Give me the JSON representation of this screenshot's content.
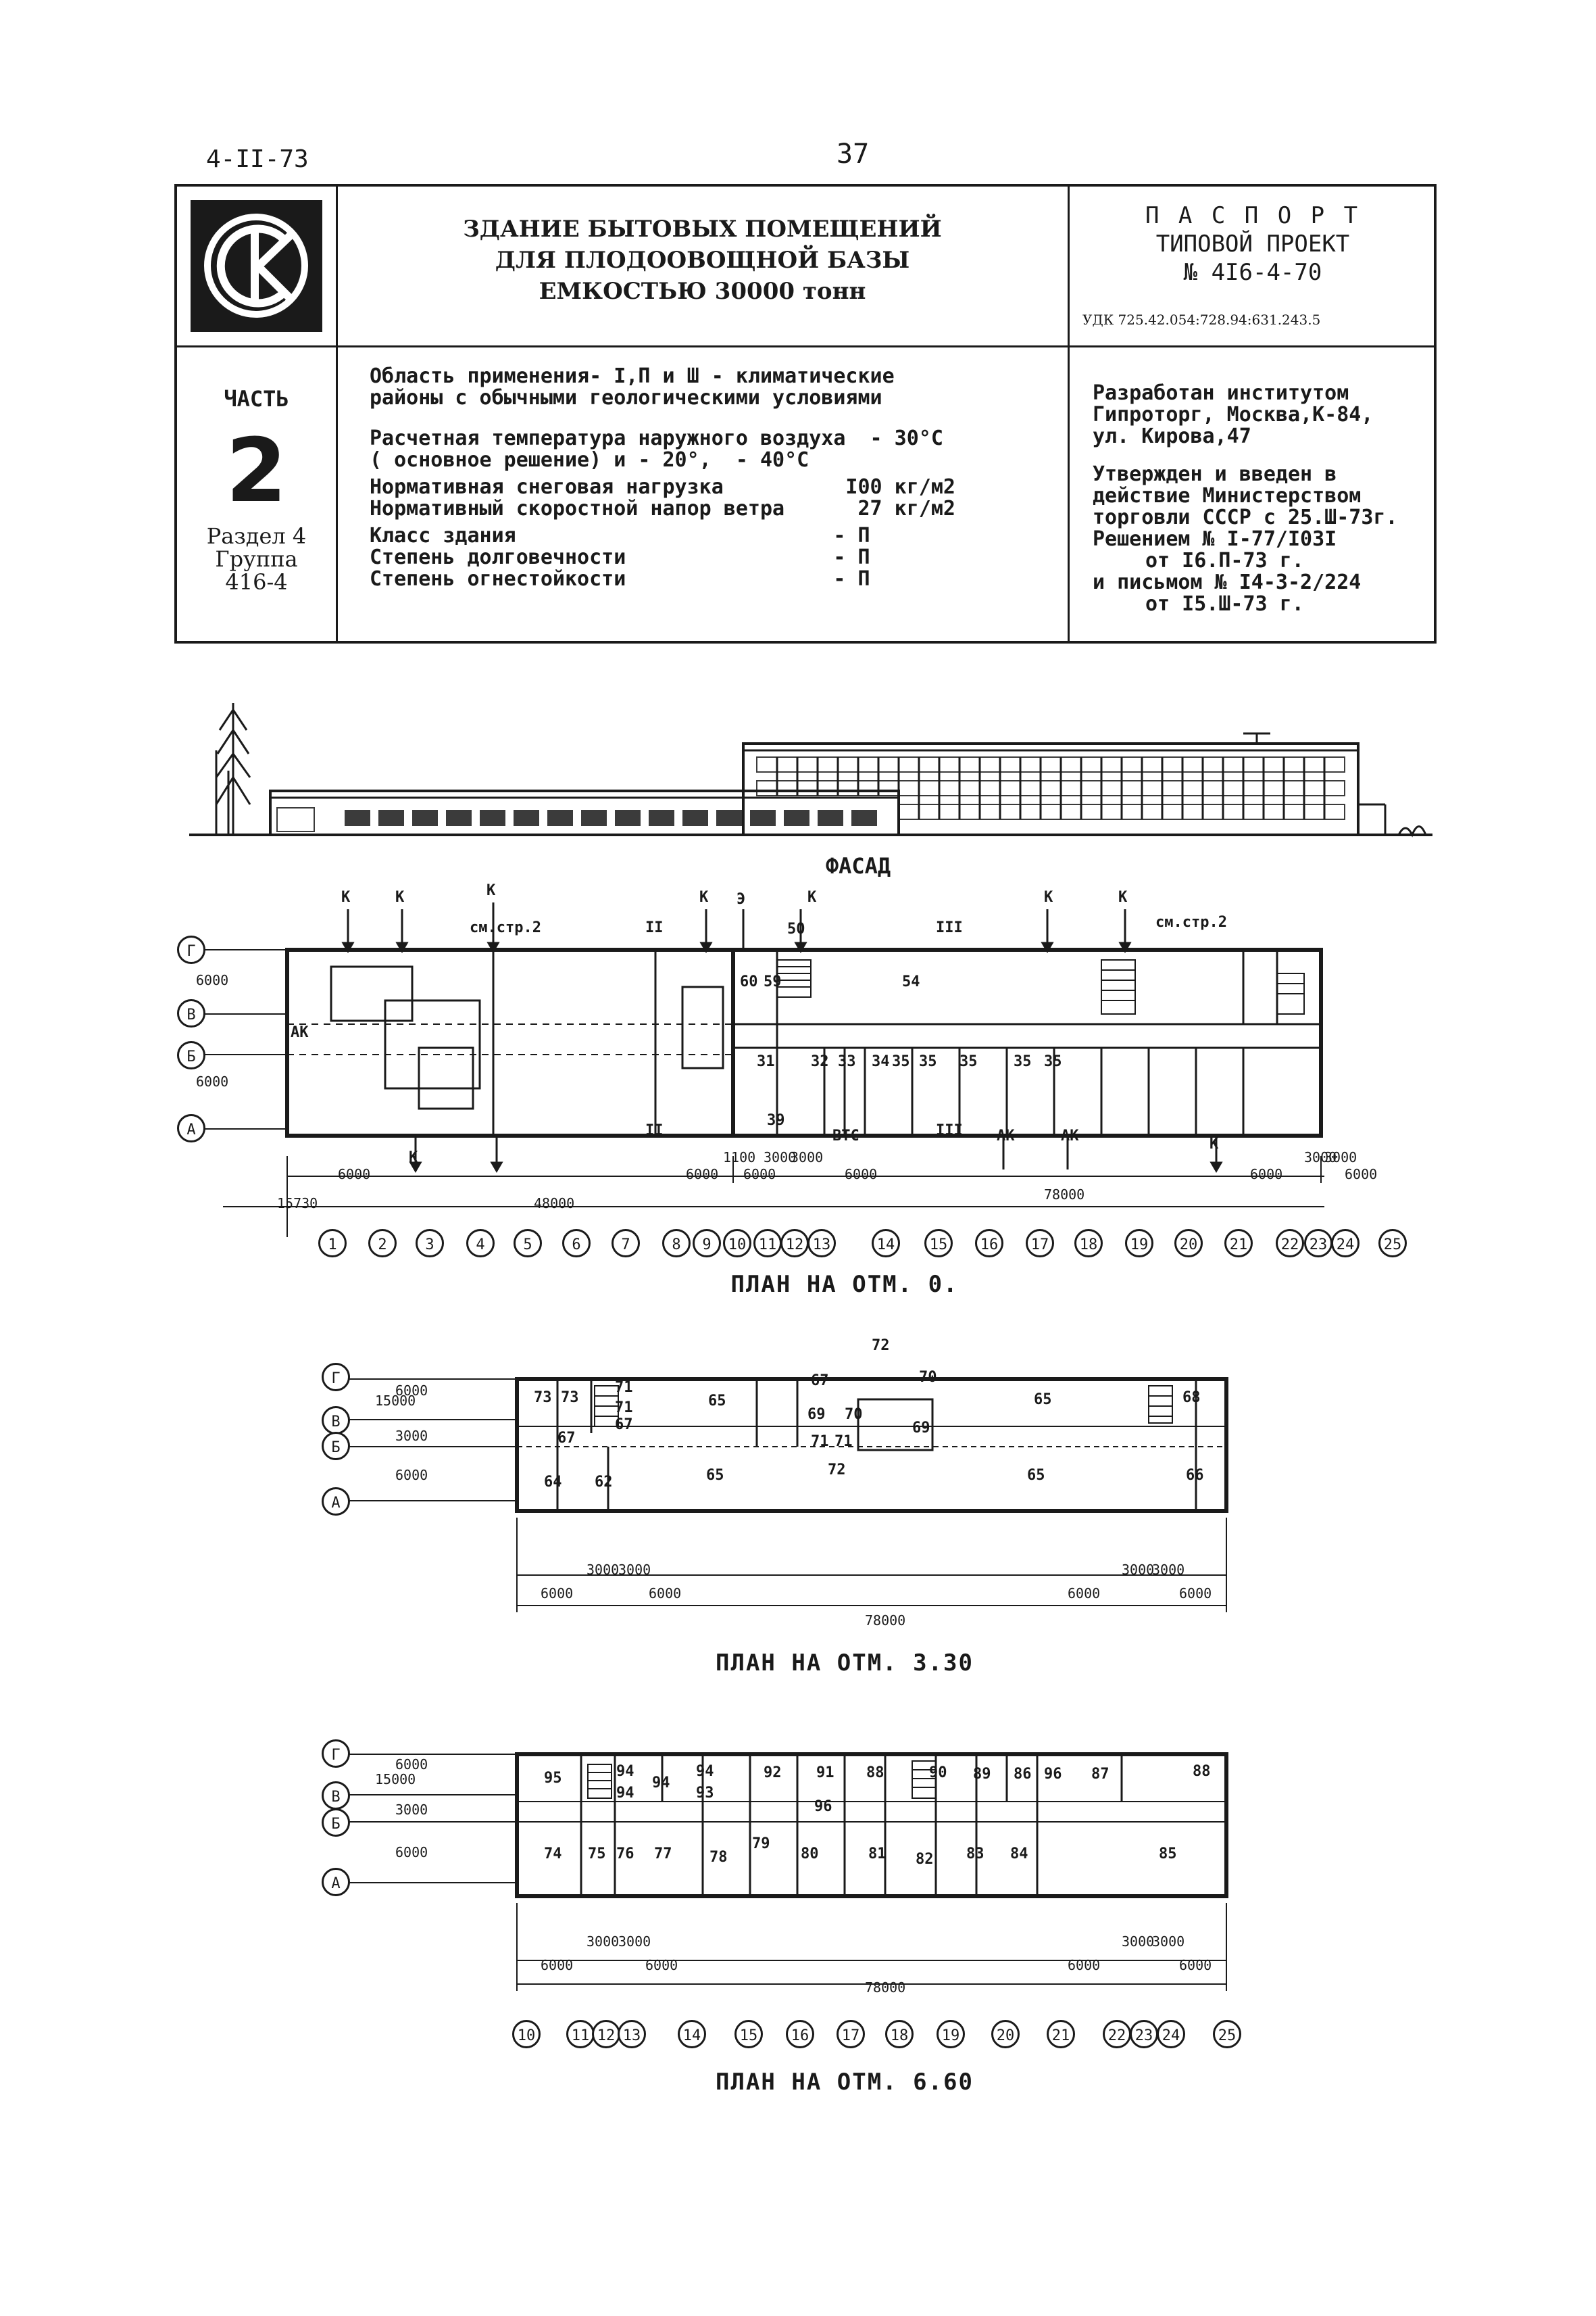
{
  "header": {
    "doc_code": "4-II-73",
    "page_number": "37"
  },
  "title_block": {
    "part_label": "ЧАСТЬ",
    "part_number": "2",
    "section": [
      "Раздел 4",
      "Группа",
      "416-4"
    ],
    "building_title": [
      "ЗДАНИЕ БЫТОВЫХ ПОМЕЩЕНИЙ",
      "ДЛЯ ПЛОДООВОЩНОЙ БАЗЫ",
      "ЕМКОСТЬЮ 30000 тонн"
    ],
    "passport": [
      "П А С П О Р Т",
      "ТИПОВОЙ ПРОЕКТ",
      "№ 4I6-4-70"
    ],
    "udk": "УДК 725.42.054:728.94:631.243.5",
    "parameters": [
      "Область применения- I,П и Ш - климатические",
      "районы с обычными геологическими условиями",
      "Расчетная температура наружного воздуха  - 30°С",
      "( основное решение) и - 20°,  - 40°С",
      "Нормативная снеговая нагрузка          I00 кг/м2",
      "Нормативный скоростной напор ветра      27 кг/м2",
      "Класс здания                          - П",
      "Степень долговечности                 - П",
      "Степень огнестойкости                 - П"
    ],
    "developer": [
      "Разработан институтом",
      "Гипроторг, Москва,К-84,",
      "ул. Кирова,47",
      "Утвержден и введен в",
      "действие Министерством",
      "торговли СССР с 25.Ш-73г.",
      "Решением № I-77/I03I",
      "от I6.П-73 г.",
      "и письмом № I4-3-2/224",
      "от I5.Ш-73 г."
    ]
  },
  "facade": {
    "caption": "ФАСАД"
  },
  "plan_0": {
    "caption": "ПЛАН НА ОТМ.   0.",
    "axis_rows": [
      "Г",
      "В",
      "Б",
      "А"
    ],
    "axis_cols": [
      "1",
      "2",
      "3",
      "4",
      "5",
      "6",
      "7",
      "8",
      "9",
      "10",
      "11",
      "12",
      "13",
      "14",
      "15",
      "16",
      "17",
      "18",
      "19",
      "20",
      "21",
      "22",
      "23",
      "24",
      "25"
    ],
    "rooms": [
      "60",
      "59",
      "54",
      "31",
      "32",
      "33",
      "34",
      "35",
      "35",
      "35",
      "35",
      "35",
      "50",
      "39"
    ],
    "labels": [
      "К",
      "К",
      "К",
      "К",
      "К",
      "Э",
      "К",
      "К",
      "см.стр.2",
      "см.стр.2",
      "АК",
      "АК",
      "АК",
      "ВТС",
      "К",
      "К",
      "II",
      "III",
      "II",
      "III"
    ],
    "dims": [
      "6000",
      "6000",
      "6000",
      "6000",
      "6000",
      "6000",
      "3000",
      "3000",
      "6000",
      "3000",
      "3000",
      "6000",
      "1100",
      "15730",
      "48000",
      "78000"
    ]
  },
  "plan_330": {
    "caption": "ПЛАН НА ОТМ. 3.30",
    "axis_rows": [
      "Г",
      "В",
      "Б",
      "А"
    ],
    "rooms": [
      "73",
      "73",
      "71",
      "71",
      "67",
      "67",
      "65",
      "64",
      "62",
      "65",
      "67",
      "69",
      "70",
      "71",
      "71",
      "72",
      "70",
      "69",
      "72",
      "65",
      "68",
      "65",
      "66"
    ],
    "dims": [
      "6000",
      "3000",
      "6000",
      "15000",
      "6000",
      "3000",
      "3000",
      "6000",
      "6000",
      "3000",
      "3000",
      "6000",
      "78000"
    ]
  },
  "plan_660": {
    "caption": "ПЛАН НА ОТМ. 6.60",
    "axis_rows": [
      "Г",
      "В",
      "Б",
      "А"
    ],
    "axis_cols": [
      "10",
      "11",
      "12",
      "13",
      "14",
      "15",
      "16",
      "17",
      "18",
      "19",
      "20",
      "21",
      "22",
      "23",
      "24",
      "25"
    ],
    "rooms": [
      "95",
      "94",
      "94",
      "94",
      "94",
      "93",
      "92",
      "91",
      "88",
      "90",
      "89",
      "86",
      "96",
      "87",
      "88",
      "96",
      "74",
      "75",
      "76",
      "77",
      "78",
      "79",
      "80",
      "81",
      "82",
      "83",
      "84",
      "85"
    ],
    "dims": [
      "6000",
      "3000",
      "6000",
      "15000",
      "6000",
      "3000",
      "3000",
      "6000",
      "6000",
      "3000",
      "3000",
      "6000",
      "78000"
    ]
  }
}
